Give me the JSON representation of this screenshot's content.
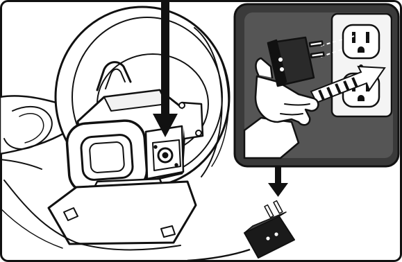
{
  "figure": {
    "kind": "instruction-illustration",
    "main_panel": "device-with-charging-port",
    "inset_panel": "charger-plugged-into-wall-outlet",
    "icons": [
      "down-arrow-icon",
      "insert-arrow-icon",
      "plug-adapter-icon",
      "wall-outlet-icon"
    ],
    "colors": {
      "ink": "#111111",
      "panel_dark": "#3a3a3a",
      "panel_inner": "#555555",
      "paper": "#ffffff",
      "outlet_plate": "#f4f4f4",
      "shade": "#e6e6e6"
    }
  }
}
